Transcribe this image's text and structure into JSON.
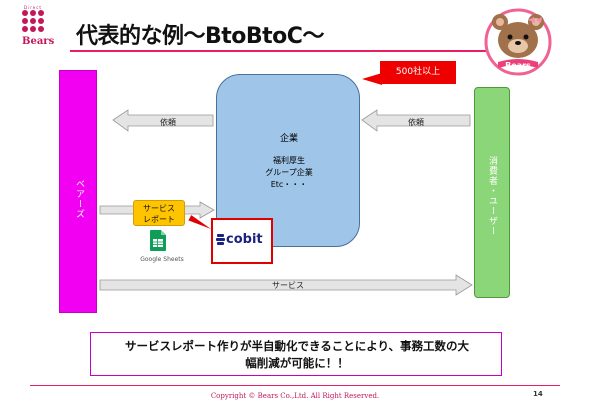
{
  "brand": {
    "logo_subtext": "Direct",
    "logo_text": "Bears",
    "mascot_label": "Bears"
  },
  "slide": {
    "title": "代表的な例〜BtoBtoC〜",
    "page_number": "14",
    "copyright": "Copyright © Bears Co.,Ltd. All Right Reserved."
  },
  "diagram": {
    "left_actor": "ベアーズ",
    "right_actor": "消費者・ユーザー",
    "company_title": "企業",
    "company_lines": [
      "福利厚生",
      "グループ企業",
      "Etc・・・"
    ],
    "badge": "500社以上",
    "request_left": "依頼",
    "request_right": "依頼",
    "service_report": "サービス\nレポート",
    "service_report_line1": "サービス",
    "service_report_line2": "レポート",
    "sheets_label": "Google Sheets",
    "cobit_label": "cobit",
    "service_arrow": "サービス"
  },
  "callout": {
    "line1": "サービスレポート作りが半自動化できることにより、事務工数の大",
    "line2": "幅削減が可能に！！"
  },
  "colors": {
    "accent": "#e91e63",
    "left_bar": "#f200f2",
    "right_bar": "#8cd67a",
    "company_box": "#9fc5e8",
    "badge": "#ef0000",
    "report_box": "#ffc400"
  }
}
